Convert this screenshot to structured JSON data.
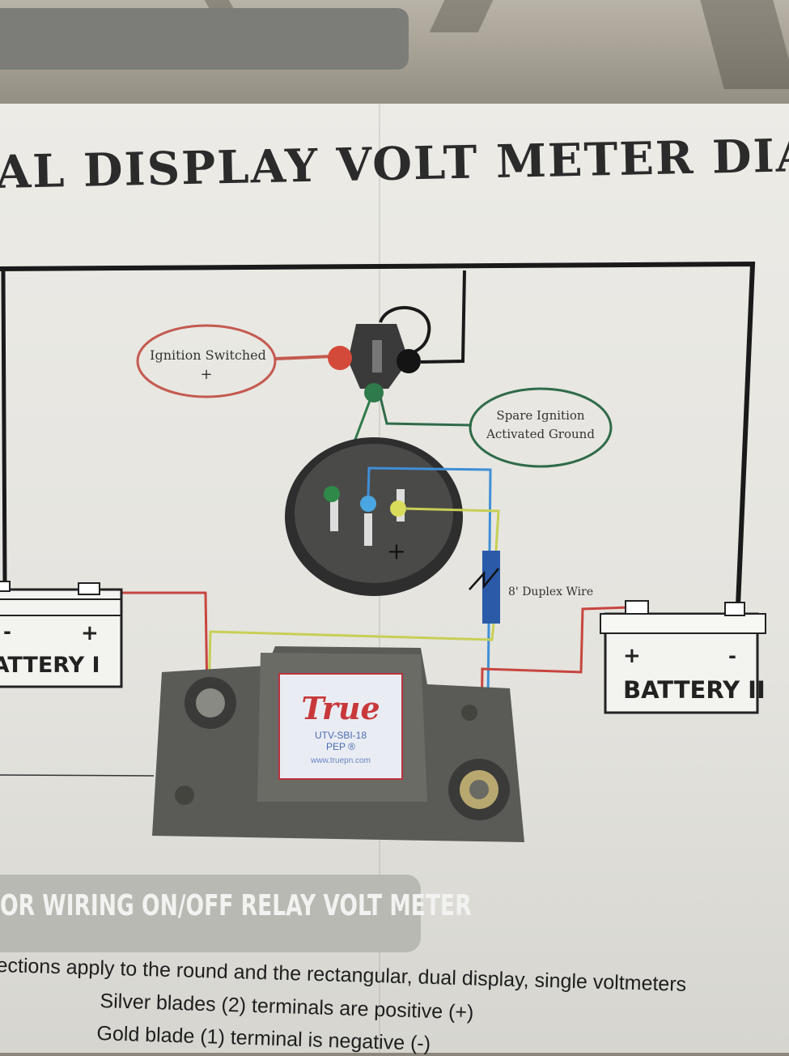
{
  "title": "AL DISPLAY VOLT METER DIAGRA",
  "labels": {
    "ignition_switched": "Ignition Switched",
    "ignition_plus": "+",
    "spare_line1": "Spare Ignition",
    "spare_line2": "Activated Ground",
    "duplex_wire": "8' Duplex Wire",
    "meter_plus": "+"
  },
  "battery1": {
    "name": "BATTERY I",
    "minus": "-",
    "plus": "+"
  },
  "battery2": {
    "name": "BATTERY II",
    "plus": "+",
    "minus": "-"
  },
  "relay": {
    "brand": "True",
    "model": "UTV-SBI-18",
    "code": "PEP ®",
    "url": "www.truepn.com"
  },
  "banner": "OR WIRING ON/OFF RELAY VOLT METER",
  "text_lines": [
    "ections apply to the round and the rectangular, dual display, single voltmeters",
    "Silver blades (2) terminals are positive (+)",
    "Gold blade (1) terminal is negative (-)"
  ],
  "colors": {
    "red_wire": "#c8453f",
    "blue_wire": "#3f8fd6",
    "green_wire": "#c7cf55",
    "black_wire": "#1a1a1a",
    "ignition_ring": "#c45a50",
    "spare_ring": "#2f6b4a",
    "relay_label": "#c8383a",
    "duplex_sleeve": "#2a5aa8"
  }
}
